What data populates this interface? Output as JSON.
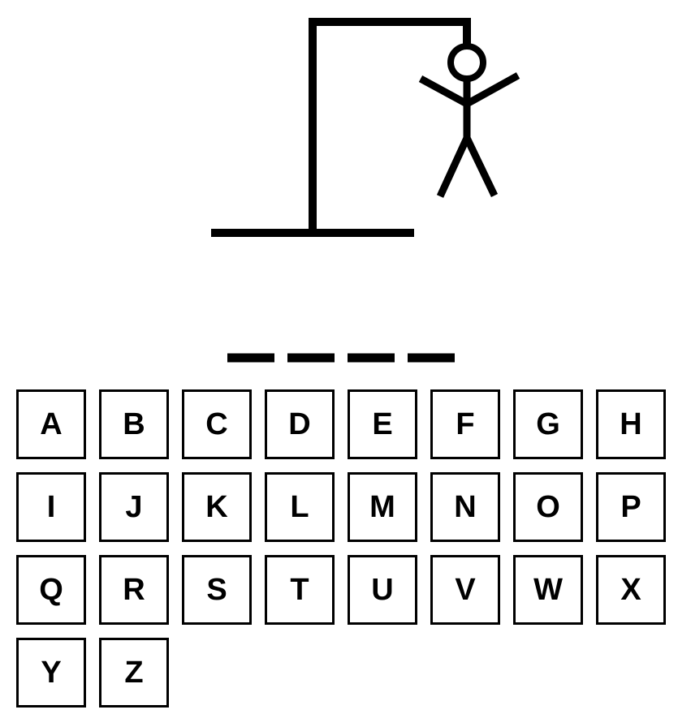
{
  "game": {
    "word_length": 4,
    "revealed_letters": [
      "",
      "",
      "",
      ""
    ],
    "stroke_color": "#000000",
    "background_color": "#ffffff",
    "drawn_parts": [
      "base",
      "pole",
      "beam",
      "rope",
      "head",
      "body",
      "left-arm",
      "right-arm",
      "left-leg",
      "right-leg"
    ]
  },
  "keyboard": {
    "letters": [
      "A",
      "B",
      "C",
      "D",
      "E",
      "F",
      "G",
      "H",
      "I",
      "J",
      "K",
      "L",
      "M",
      "N",
      "O",
      "P",
      "Q",
      "R",
      "S",
      "T",
      "U",
      "V",
      "W",
      "X",
      "Y",
      "Z"
    ]
  }
}
